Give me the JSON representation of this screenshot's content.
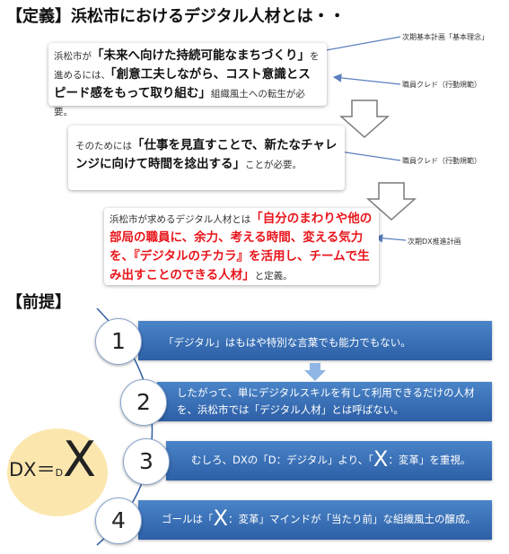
{
  "definition": {
    "title": "【定義】浜松市におけるデジタル人材とは・・",
    "box1": {
      "t1": "浜松市が",
      "t2": "「未来へ向けた持続可能なまちづくり」",
      "t3": "を進めるには、",
      "t4": "「創意工夫しながら、コスト意識とスピード感をもって取り組む」",
      "t5": "組織風土への転生が必要。"
    },
    "box2": {
      "t1": "そのためには",
      "t2": "「仕事を見直すことで、新たなチャレンジに向けて時間を捻出する」",
      "t3": "ことが必要。"
    },
    "box3": {
      "t1": "浜松市が求めるデジタル人材とは",
      "t2": "「自分のまわりや他の部局の職員に、余力、考える時間、変える気力を、『デジタルのチカラ』を活用し、チームで生み出すことのできる人材」",
      "t3": "と定義。"
    },
    "labels": {
      "l1": "次期基本計画「基本理念」",
      "l2": "職員クレド（行動規範）",
      "l3": "職員クレド（行動規範）",
      "l4": "次期DX推進計画"
    }
  },
  "premise": {
    "title": "【前提】",
    "dx_left": "DX",
    "dx_eq": "＝",
    "dx_d": "D",
    "dx_x": "X",
    "items": [
      {
        "num": "1",
        "text": "「デジタル」はもはや特別な言葉でも能力でもない。"
      },
      {
        "num": "2",
        "text": "したがって、単にデジタルスキルを有して利用できるだけの人材を、浜松市では「デジタル人材」とは呼ばない。"
      },
      {
        "num": "3",
        "pre": "むしろ、DXの「D：デジタル」より、「",
        "x": "X",
        "post": "：変革」を重視。"
      },
      {
        "num": "4",
        "pre": "ゴールは「",
        "x": "X",
        "post": "：変革」マインドが「当たり前」な組織風土の醸成。"
      }
    ]
  },
  "colors": {
    "accent_red": "#e8151b",
    "bar_blue": "#3c72ba",
    "oval_yellow": "#fbe7ae"
  }
}
